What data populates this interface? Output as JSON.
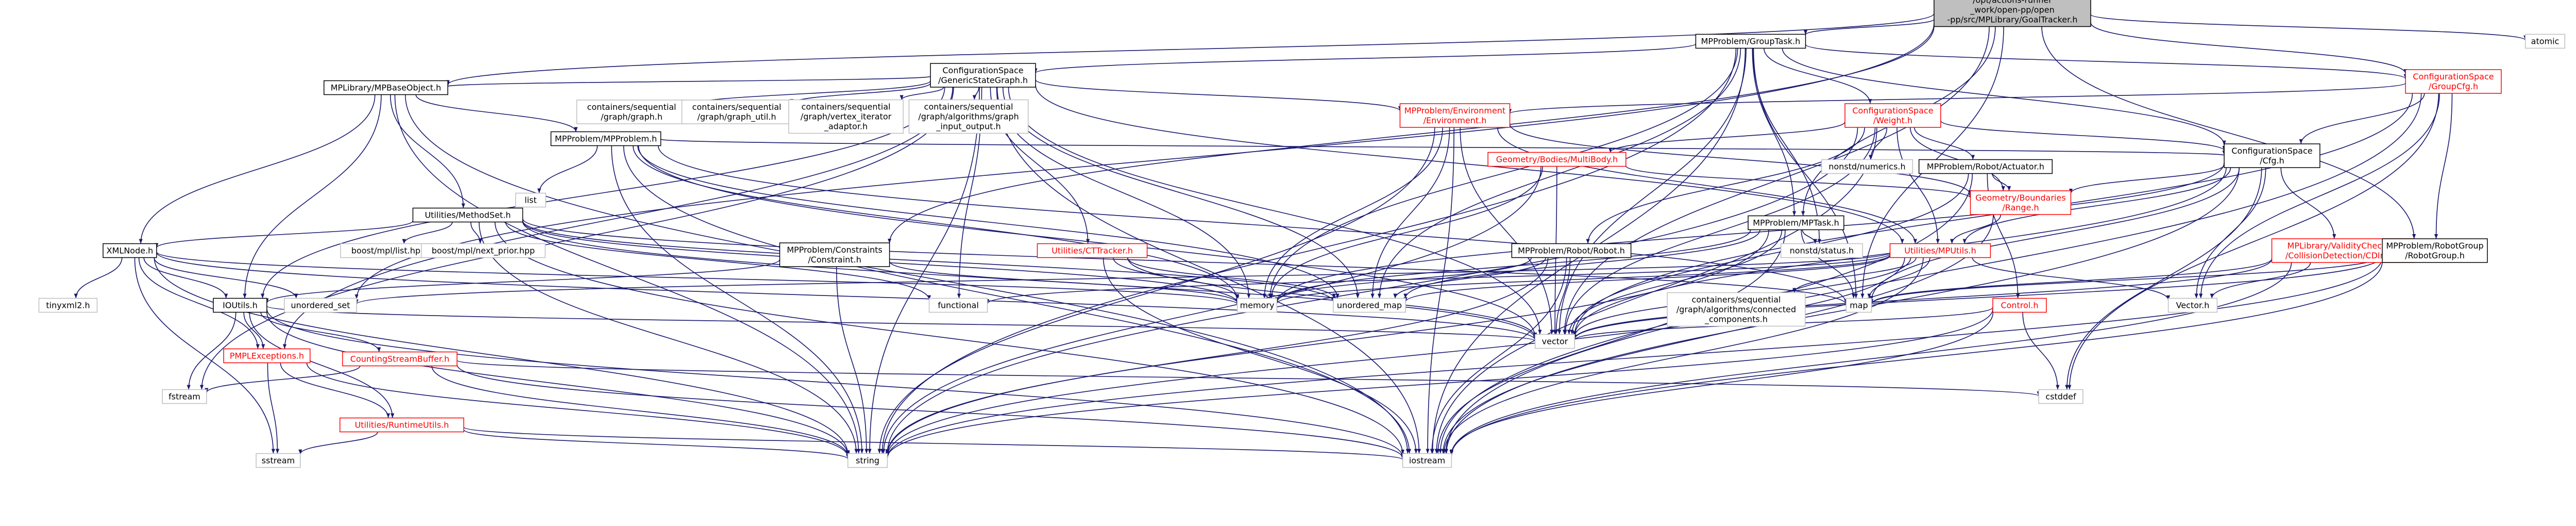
{
  "colors": {
    "edge": "#191970",
    "node_border_documented": "#000000",
    "node_border_external": "#bfbfbf",
    "node_border_truncated": "#ff0000",
    "root_fill": "#bfbfbf"
  },
  "nodes": [
    {
      "id": "root",
      "style": "root",
      "lines": [
        "/opt/actions-runner",
        "_work/open-pp/open",
        "-pp/src/MPLibrary/GoalTracker.h"
      ]
    },
    {
      "id": "grouptask",
      "style": "doc",
      "lines": [
        "MPProblem/GroupTask.h"
      ]
    },
    {
      "id": "cspacegeneric",
      "style": "doc",
      "lines": [
        "ConfigurationSpace",
        "/GenericStateGraph.h"
      ]
    },
    {
      "id": "mpbaseobject",
      "style": "doc",
      "lines": [
        "MPLibrary/MPBaseObject.h"
      ]
    },
    {
      "id": "groupcfg",
      "style": "red",
      "lines": [
        "ConfigurationSpace",
        "/GroupCfg.h"
      ]
    },
    {
      "id": "atomic",
      "style": "plain",
      "lines": [
        "atomic"
      ]
    },
    {
      "id": "seqgraph",
      "style": "plain",
      "lines": [
        "containers/sequential",
        "/graph/graph.h"
      ]
    },
    {
      "id": "seqgraphutil",
      "style": "plain",
      "lines": [
        "containers/sequential",
        "/graph/graph_util.h"
      ]
    },
    {
      "id": "seqvertex",
      "style": "plain",
      "lines": [
        "containers/sequential",
        "/graph/vertex_iterator",
        "_adaptor.h"
      ]
    },
    {
      "id": "seqalgoio",
      "style": "plain",
      "lines": [
        "containers/sequential",
        "/graph/algorithms/graph",
        "_input_output.h"
      ]
    },
    {
      "id": "environment",
      "style": "red",
      "lines": [
        "MPProblem/Environment",
        "/Environment.h"
      ]
    },
    {
      "id": "weight",
      "style": "red",
      "lines": [
        "ConfigurationSpace",
        "/Weight.h"
      ]
    },
    {
      "id": "mpproblem",
      "style": "doc",
      "lines": [
        "MPProblem/MPProblem.h"
      ]
    },
    {
      "id": "list",
      "style": "plain",
      "lines": [
        "list"
      ]
    },
    {
      "id": "multibody",
      "style": "red",
      "lines": [
        "Geometry/Bodies/MultiBody.h"
      ]
    },
    {
      "id": "numerics",
      "style": "plain",
      "lines": [
        "nonstd/numerics.h"
      ]
    },
    {
      "id": "actuator",
      "style": "doc",
      "lines": [
        "MPProblem/Robot/Actuator.h"
      ]
    },
    {
      "id": "cfg",
      "style": "doc",
      "lines": [
        "ConfigurationSpace",
        "/Cfg.h"
      ]
    },
    {
      "id": "methodset",
      "style": "doc",
      "lines": [
        "Utilities/MethodSet.h"
      ]
    },
    {
      "id": "range",
      "style": "red",
      "lines": [
        "Geometry/Boundaries",
        "/Range.h"
      ]
    },
    {
      "id": "mptask",
      "style": "doc",
      "lines": [
        "MPProblem/MPTask.h"
      ]
    },
    {
      "id": "xmlnode",
      "style": "doc",
      "lines": [
        "XMLNode.h"
      ]
    },
    {
      "id": "mplist",
      "style": "plain",
      "lines": [
        "boost/mpl/list.hpp"
      ]
    },
    {
      "id": "mplnextprior",
      "style": "plain",
      "lines": [
        "boost/mpl/next_prior.hpp"
      ]
    },
    {
      "id": "constraint",
      "style": "doc",
      "lines": [
        "MPProblem/Constraints",
        "/Constraint.h"
      ]
    },
    {
      "id": "clockclass",
      "style": "red",
      "lines": [
        "Utilities/CTTracker.h"
      ]
    },
    {
      "id": "robot",
      "style": "doc",
      "lines": [
        "MPProblem/Robot/Robot.h"
      ]
    },
    {
      "id": "mputils",
      "style": "red",
      "lines": [
        "Utilities/MPUtils.h"
      ]
    },
    {
      "id": "nonstdstatus",
      "style": "plain",
      "lines": [
        "nonstd/status.h"
      ]
    },
    {
      "id": "cdinfo",
      "style": "red",
      "lines": [
        "MPLibrary/ValidityCheckers",
        "/CollisionDetection/CDInfo.h"
      ]
    },
    {
      "id": "robotgroup",
      "style": "doc",
      "lines": [
        "MPProblem/RobotGroup",
        "/RobotGroup.h"
      ]
    },
    {
      "id": "tinyxml",
      "style": "plain",
      "lines": [
        "tinyxml2.h"
      ]
    },
    {
      "id": "ioutils",
      "style": "doc",
      "lines": [
        "IOUtils.h"
      ]
    },
    {
      "id": "unorderedset",
      "style": "plain",
      "lines": [
        "unordered_set"
      ]
    },
    {
      "id": "functional",
      "style": "plain",
      "lines": [
        "functional"
      ]
    },
    {
      "id": "memory",
      "style": "plain",
      "lines": [
        "memory"
      ]
    },
    {
      "id": "unorderedmap",
      "style": "plain",
      "lines": [
        "unordered_map"
      ]
    },
    {
      "id": "seqconnected",
      "style": "plain",
      "lines": [
        "containers/sequential",
        "/graph/algorithms/connected",
        "_components.h"
      ]
    },
    {
      "id": "map",
      "style": "plain",
      "lines": [
        "map"
      ]
    },
    {
      "id": "control",
      "style": "red",
      "lines": [
        "Control.h"
      ]
    },
    {
      "id": "vectorh",
      "style": "plain",
      "lines": [
        "Vector.h"
      ]
    },
    {
      "id": "vector",
      "style": "plain",
      "lines": [
        "vector"
      ]
    },
    {
      "id": "pmplexceptions",
      "style": "red",
      "lines": [
        "PMPLExceptions.h"
      ]
    },
    {
      "id": "countingstream",
      "style": "red",
      "lines": [
        "CountingStreamBuffer.h"
      ]
    },
    {
      "id": "cstddef",
      "style": "plain",
      "lines": [
        "cstddef"
      ]
    },
    {
      "id": "fstream",
      "style": "plain",
      "lines": [
        "fstream"
      ]
    },
    {
      "id": "runtimeutils",
      "style": "red",
      "lines": [
        "Utilities/RuntimeUtils.h"
      ]
    },
    {
      "id": "sstream",
      "style": "plain",
      "lines": [
        "sstream"
      ]
    },
    {
      "id": "string",
      "style": "plain",
      "lines": [
        "string"
      ]
    },
    {
      "id": "iostream",
      "style": "plain",
      "lines": [
        "iostream"
      ]
    }
  ],
  "edges": [
    [
      "root",
      "grouptask"
    ],
    [
      "root",
      "mpbaseobject"
    ],
    [
      "root",
      "groupcfg"
    ],
    [
      "root",
      "atomic"
    ],
    [
      "root",
      "mptask"
    ],
    [
      "root",
      "vector"
    ],
    [
      "root",
      "robotgroup"
    ],
    [
      "root",
      "map"
    ],
    [
      "root",
      "unorderedset"
    ],
    [
      "root",
      "constraint"
    ],
    [
      "grouptask",
      "cspacegeneric"
    ],
    [
      "grouptask",
      "groupcfg"
    ],
    [
      "grouptask",
      "weight"
    ],
    [
      "grouptask",
      "cfg"
    ],
    [
      "grouptask",
      "mptask"
    ],
    [
      "grouptask",
      "memory"
    ],
    [
      "grouptask",
      "unorderedmap"
    ],
    [
      "grouptask",
      "vector"
    ],
    [
      "grouptask",
      "string"
    ],
    [
      "grouptask",
      "iostream"
    ],
    [
      "grouptask",
      "map"
    ],
    [
      "grouptask",
      "nonstdstatus"
    ],
    [
      "cspacegeneric",
      "mpbaseobject"
    ],
    [
      "cspacegeneric",
      "seqgraph"
    ],
    [
      "cspacegeneric",
      "seqgraphutil"
    ],
    [
      "cspacegeneric",
      "seqvertex"
    ],
    [
      "cspacegeneric",
      "seqalgoio"
    ],
    [
      "cspacegeneric",
      "environment"
    ],
    [
      "cspacegeneric",
      "clockclass"
    ],
    [
      "cspacegeneric",
      "mputils"
    ],
    [
      "cspacegeneric",
      "ioutils"
    ],
    [
      "cspacegeneric",
      "pmplexceptions"
    ],
    [
      "cspacegeneric",
      "functional"
    ],
    [
      "cspacegeneric",
      "memory"
    ],
    [
      "cspacegeneric",
      "unorderedmap"
    ],
    [
      "cspacegeneric",
      "vector"
    ],
    [
      "cspacegeneric",
      "iostream"
    ],
    [
      "cspacegeneric",
      "fstream"
    ],
    [
      "cspacegeneric",
      "string"
    ],
    [
      "mpbaseobject",
      "mpproblem"
    ],
    [
      "mpbaseobject",
      "methodset"
    ],
    [
      "mpbaseobject",
      "xmlnode"
    ],
    [
      "mpbaseobject",
      "ioutils"
    ],
    [
      "mpbaseobject",
      "string"
    ],
    [
      "mpbaseobject",
      "iostream"
    ],
    [
      "groupcfg",
      "environment"
    ],
    [
      "groupcfg",
      "cfg"
    ],
    [
      "groupcfg",
      "robotgroup"
    ],
    [
      "groupcfg",
      "vector"
    ],
    [
      "groupcfg",
      "vectorh"
    ],
    [
      "groupcfg",
      "iostream"
    ],
    [
      "groupcfg",
      "cstddef"
    ],
    [
      "environment",
      "range"
    ],
    [
      "environment",
      "mputils"
    ],
    [
      "environment",
      "memory"
    ],
    [
      "environment",
      "unorderedmap"
    ],
    [
      "environment",
      "vector"
    ],
    [
      "environment",
      "string"
    ],
    [
      "environment",
      "iostream"
    ],
    [
      "weight",
      "multibody"
    ],
    [
      "weight",
      "numerics"
    ],
    [
      "weight",
      "actuator"
    ],
    [
      "weight",
      "cfg"
    ],
    [
      "weight",
      "range"
    ],
    [
      "weight",
      "mputils"
    ],
    [
      "weight",
      "robot"
    ],
    [
      "weight",
      "vector"
    ],
    [
      "weight",
      "iostream"
    ],
    [
      "weight",
      "string"
    ],
    [
      "mpproblem",
      "cfg"
    ],
    [
      "mpproblem",
      "list"
    ],
    [
      "mpproblem",
      "memory"
    ],
    [
      "mpproblem",
      "unorderedmap"
    ],
    [
      "mpproblem",
      "map"
    ],
    [
      "mpproblem",
      "vector"
    ],
    [
      "mpproblem",
      "string"
    ],
    [
      "mpproblem",
      "iostream"
    ],
    [
      "multibody",
      "range"
    ],
    [
      "multibody",
      "memory"
    ],
    [
      "multibody",
      "vector"
    ],
    [
      "multibody",
      "string"
    ],
    [
      "actuator",
      "range"
    ],
    [
      "actuator",
      "control"
    ],
    [
      "actuator",
      "vector"
    ],
    [
      "actuator",
      "iostream"
    ],
    [
      "cfg",
      "cdinfo"
    ],
    [
      "cfg",
      "range"
    ],
    [
      "cfg",
      "mputils"
    ],
    [
      "cfg",
      "vectorh"
    ],
    [
      "cfg",
      "vector"
    ],
    [
      "cfg",
      "iostream"
    ],
    [
      "cfg",
      "map"
    ],
    [
      "cfg",
      "memory"
    ],
    [
      "cfg",
      "cstddef"
    ],
    [
      "methodset",
      "xmlnode"
    ],
    [
      "methodset",
      "mplist"
    ],
    [
      "methodset",
      "mplnextprior"
    ],
    [
      "methodset",
      "memory"
    ],
    [
      "methodset",
      "map"
    ],
    [
      "methodset",
      "string"
    ],
    [
      "methodset",
      "functional"
    ],
    [
      "methodset",
      "iostream"
    ],
    [
      "methodset",
      "unorderedmap"
    ],
    [
      "methodset",
      "vector"
    ],
    [
      "range",
      "mputils"
    ],
    [
      "range",
      "iostream"
    ],
    [
      "mptask",
      "nonstdstatus"
    ],
    [
      "mptask",
      "memory"
    ],
    [
      "mptask",
      "unorderedmap"
    ],
    [
      "mptask",
      "vector"
    ],
    [
      "mptask",
      "string"
    ],
    [
      "mptask",
      "iostream"
    ],
    [
      "mptask",
      "map"
    ],
    [
      "xmlnode",
      "tinyxml"
    ],
    [
      "xmlnode",
      "ioutils"
    ],
    [
      "xmlnode",
      "pmplexceptions"
    ],
    [
      "xmlnode",
      "memory"
    ],
    [
      "xmlnode",
      "unorderedset"
    ],
    [
      "xmlnode",
      "vector"
    ],
    [
      "xmlnode",
      "string"
    ],
    [
      "xmlnode",
      "sstream"
    ],
    [
      "constraint",
      "memory"
    ],
    [
      "constraint",
      "ioutils"
    ],
    [
      "constraint",
      "string"
    ],
    [
      "clockclass",
      "memory"
    ],
    [
      "clockclass",
      "unorderedmap"
    ],
    [
      "clockclass",
      "vector"
    ],
    [
      "clockclass",
      "iostream"
    ],
    [
      "robot",
      "memory"
    ],
    [
      "robot",
      "unorderedmap"
    ],
    [
      "robot",
      "vector"
    ],
    [
      "robot",
      "string"
    ],
    [
      "robot",
      "iostream"
    ],
    [
      "mputils",
      "seqconnected"
    ],
    [
      "mputils",
      "map"
    ],
    [
      "mputils",
      "vectorh"
    ],
    [
      "mputils",
      "vector"
    ],
    [
      "mputils",
      "iostream"
    ],
    [
      "mputils",
      "string"
    ],
    [
      "mputils",
      "memory"
    ],
    [
      "mputils",
      "unorderedmap"
    ],
    [
      "mputils",
      "functional"
    ],
    [
      "mputils",
      "unorderedset"
    ],
    [
      "cdinfo",
      "map"
    ],
    [
      "cdinfo",
      "vectorh"
    ],
    [
      "cdinfo",
      "vector"
    ],
    [
      "cdinfo",
      "iostream"
    ],
    [
      "robotgroup",
      "vector"
    ],
    [
      "robotgroup",
      "iostream"
    ],
    [
      "robotgroup",
      "string"
    ],
    [
      "robotgroup",
      "map"
    ],
    [
      "ioutils",
      "pmplexceptions"
    ],
    [
      "ioutils",
      "countingstream"
    ],
    [
      "ioutils",
      "runtimeutils"
    ],
    [
      "ioutils",
      "vector"
    ],
    [
      "ioutils",
      "fstream"
    ],
    [
      "ioutils",
      "string"
    ],
    [
      "ioutils",
      "iostream"
    ],
    [
      "control",
      "vector"
    ],
    [
      "control",
      "cstddef"
    ],
    [
      "control",
      "string"
    ],
    [
      "control",
      "iostream"
    ],
    [
      "pmplexceptions",
      "runtimeutils"
    ],
    [
      "pmplexceptions",
      "string"
    ],
    [
      "pmplexceptions",
      "sstream"
    ],
    [
      "countingstream",
      "iostream"
    ],
    [
      "countingstream",
      "fstream"
    ],
    [
      "countingstream",
      "string"
    ],
    [
      "countingstream",
      "cstddef"
    ],
    [
      "runtimeutils",
      "sstream"
    ],
    [
      "runtimeutils",
      "string"
    ],
    [
      "runtimeutils",
      "iostream"
    ]
  ]
}
